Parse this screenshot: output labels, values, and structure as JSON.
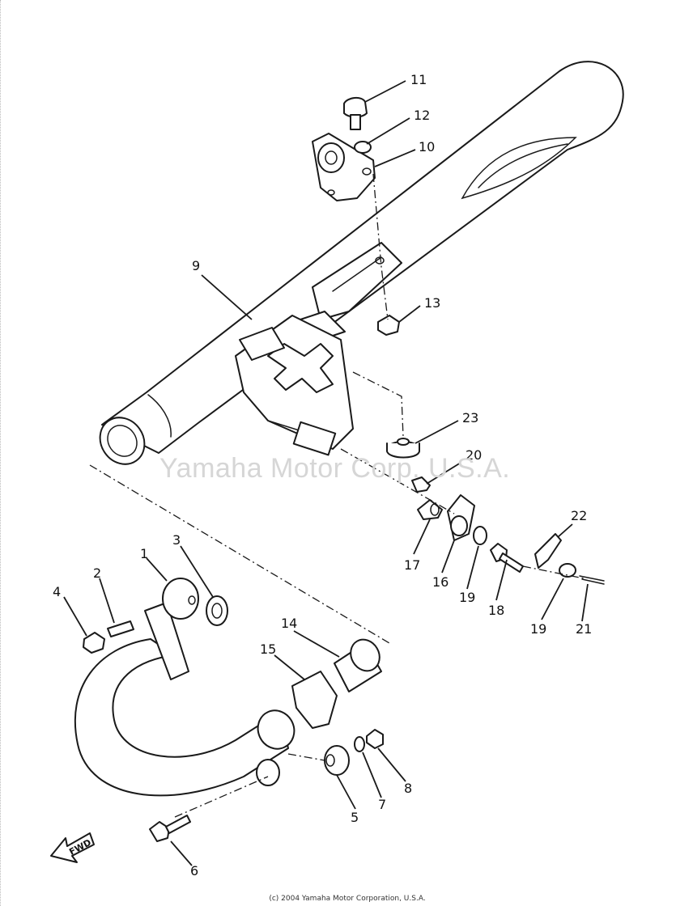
{
  "diagram": {
    "watermark": "Yamaha Motor Corp. U.S.A.",
    "footer": "(c) 2004 Yamaha Motor Corporation, U.S.A.",
    "direction_arrow": "FWD",
    "callouts": [
      "1",
      "2",
      "3",
      "4",
      "5",
      "6",
      "7",
      "8",
      "9",
      "10",
      "11",
      "12",
      "13",
      "14",
      "15",
      "16",
      "17",
      "18",
      "19",
      "19",
      "20",
      "21",
      "22",
      "23"
    ]
  }
}
